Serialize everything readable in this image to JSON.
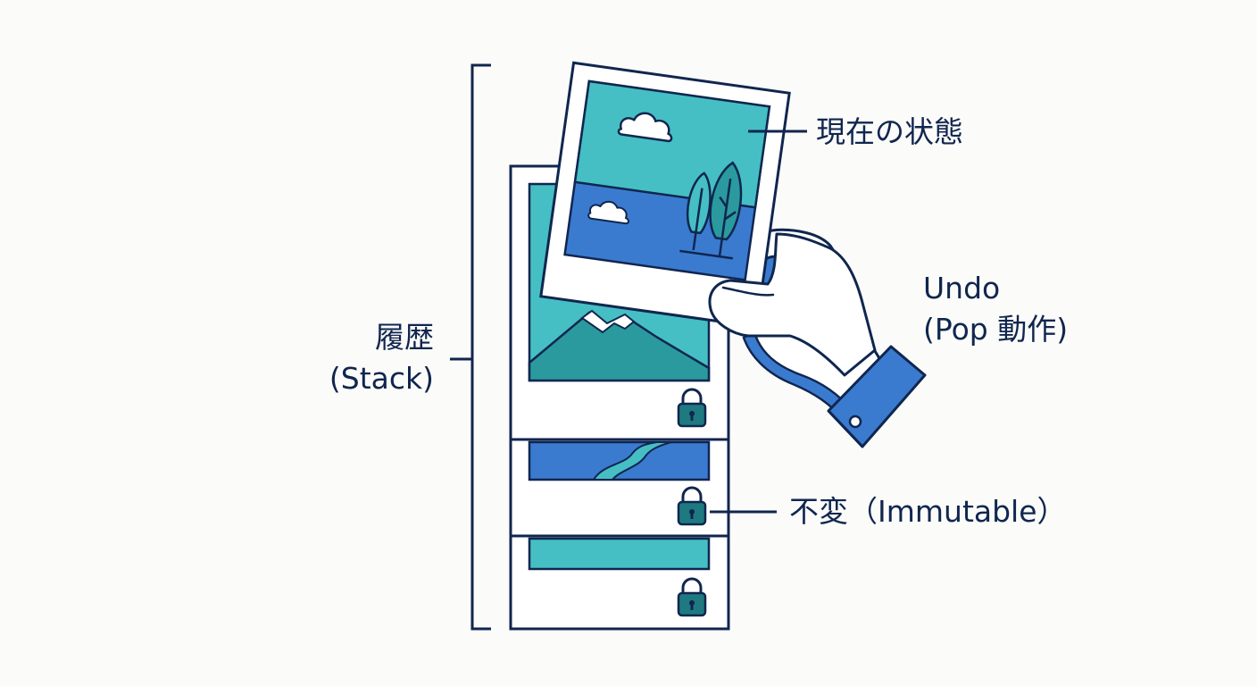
{
  "labels": {
    "history_line1": "履歴",
    "history_line2": "(Stack)",
    "current_state": "現在の状態",
    "undo_line1": "Undo",
    "undo_line2": "(Pop 動作)",
    "immutable": "不変（Immutable）"
  },
  "colors": {
    "navy": "#10264f",
    "teal": "#45bfc4",
    "blue": "#3a7bd0",
    "dark_teal": "#2a9a9f",
    "lock": "#1e7a80",
    "paper": "#ffffff",
    "background": "#fbfbf9"
  },
  "icons": {
    "lock": "padlock-icon",
    "cloud": "cloud-icon",
    "tree": "tree-icon",
    "mountain": "mountain-icon",
    "river": "river-icon",
    "hand": "hand-icon"
  }
}
